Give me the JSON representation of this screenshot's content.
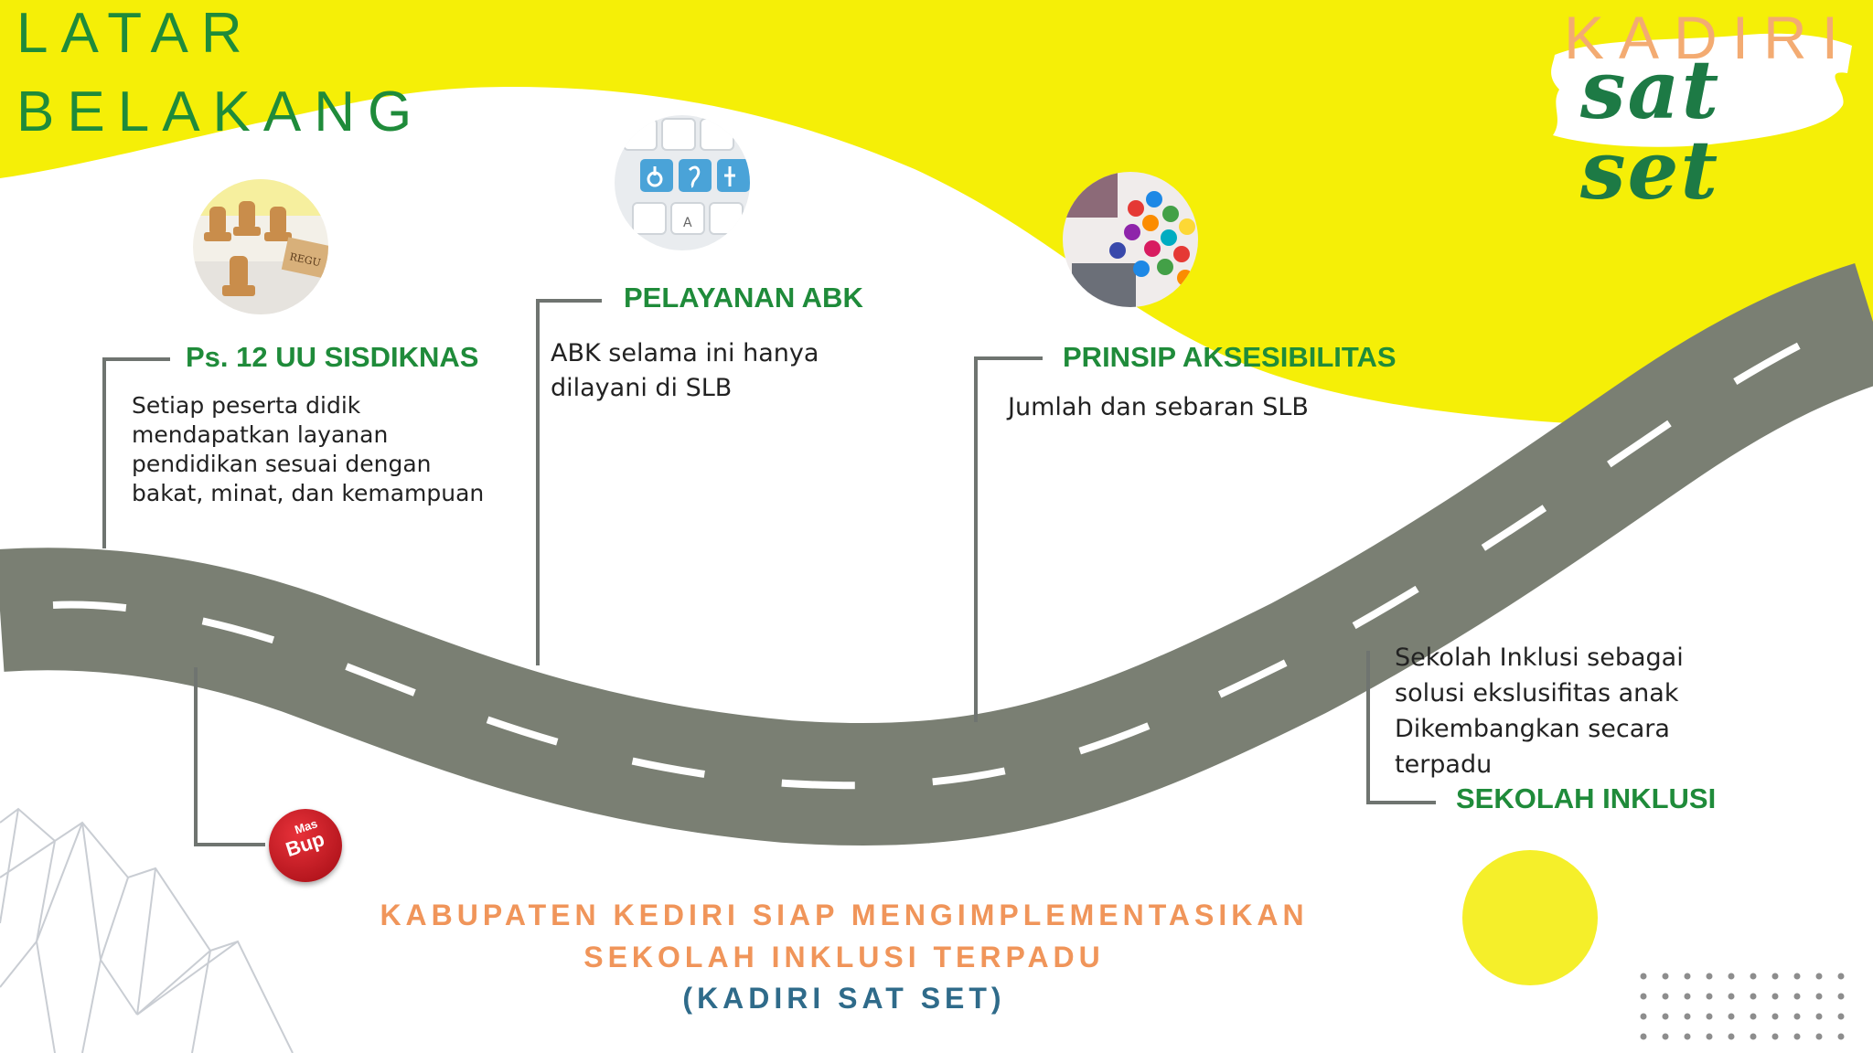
{
  "title": {
    "line1": "LATAR",
    "line2": "BELAKANG"
  },
  "logo": {
    "top_text": "KADIRI",
    "script_text": "sat set"
  },
  "milestones": [
    {
      "heading": "Ps. 12 UU SISDIKNAS",
      "body": [
        "Setiap peserta didik",
        "mendapatkan layanan",
        "pendidikan sesuai dengan",
        "bakat, minat, dan kemampuan"
      ]
    },
    {
      "heading": "PELAYANAN ABK",
      "body": [
        "ABK selama ini hanya",
        "dilayani di SLB"
      ]
    },
    {
      "heading": "PRINSIP AKSESIBILITAS",
      "body": [
        "Jumlah dan sebaran SLB"
      ]
    },
    {
      "heading": "SEKOLAH INKLUSI",
      "body": [
        "Sekolah Inklusi sebagai",
        "solusi ekslusifitas anak",
        "Dikembangkan secara",
        "terpadu"
      ]
    }
  ],
  "badge": {
    "line1": "Mas",
    "line2": "Bup"
  },
  "footer": {
    "line1": "KABUPATEN KEDIRI SIAP MENGIMPLEMENTASIKAN",
    "line2": "SEKOLAH INKLUSI TERPADU",
    "line3": "(KADIRI SAT SET)"
  },
  "colors": {
    "yellow": "#f5ef07",
    "green": "#1f8b3a",
    "road": "#7a7f73",
    "orange": "#f0955a",
    "teal": "#2f6b8a",
    "badge_red": "#c8141e"
  },
  "icons": {
    "photo1": "stamps-photo",
    "photo2": "accessibility-keyboard-photo",
    "photo3": "social-media-icons-photo"
  }
}
